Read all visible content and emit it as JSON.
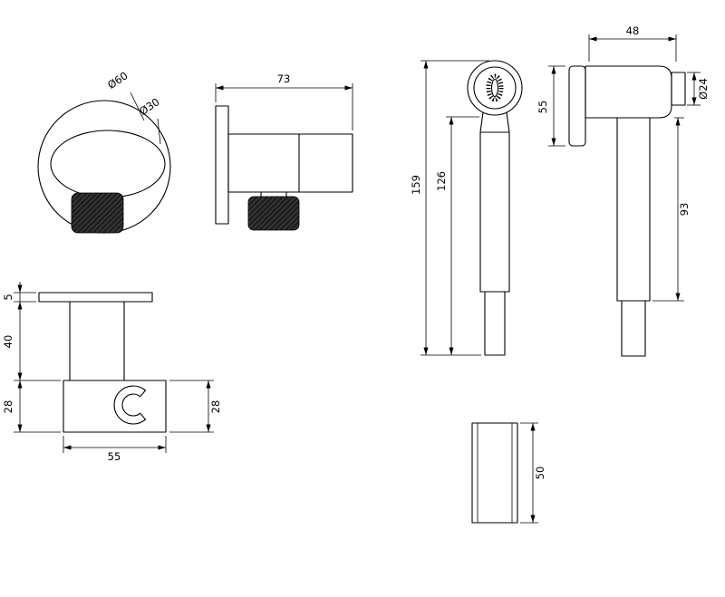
{
  "drawing": {
    "background_color": "#ffffff",
    "line_color": "#000000",
    "views": {
      "wall_outlet_front": {
        "labels": {
          "outer_diameter": "Ø60",
          "inner_diameter": "Ø30"
        }
      },
      "wall_outlet_side": {
        "labels": {
          "depth": "73"
        }
      },
      "holder_bracket": {
        "labels": {
          "plate_thickness": "5",
          "stem_height": "40",
          "body_height": "28",
          "width": "55",
          "depth": "28"
        }
      },
      "hand_spray_front": {
        "labels": {
          "total_height": "159",
          "body_height": "126"
        }
      },
      "hand_spray_side": {
        "labels": {
          "head_width": "48",
          "head_height": "55",
          "outlet_diameter": "Ø24",
          "handle_height": "93"
        }
      },
      "grip_section": {
        "labels": {
          "height": "50"
        }
      }
    }
  }
}
